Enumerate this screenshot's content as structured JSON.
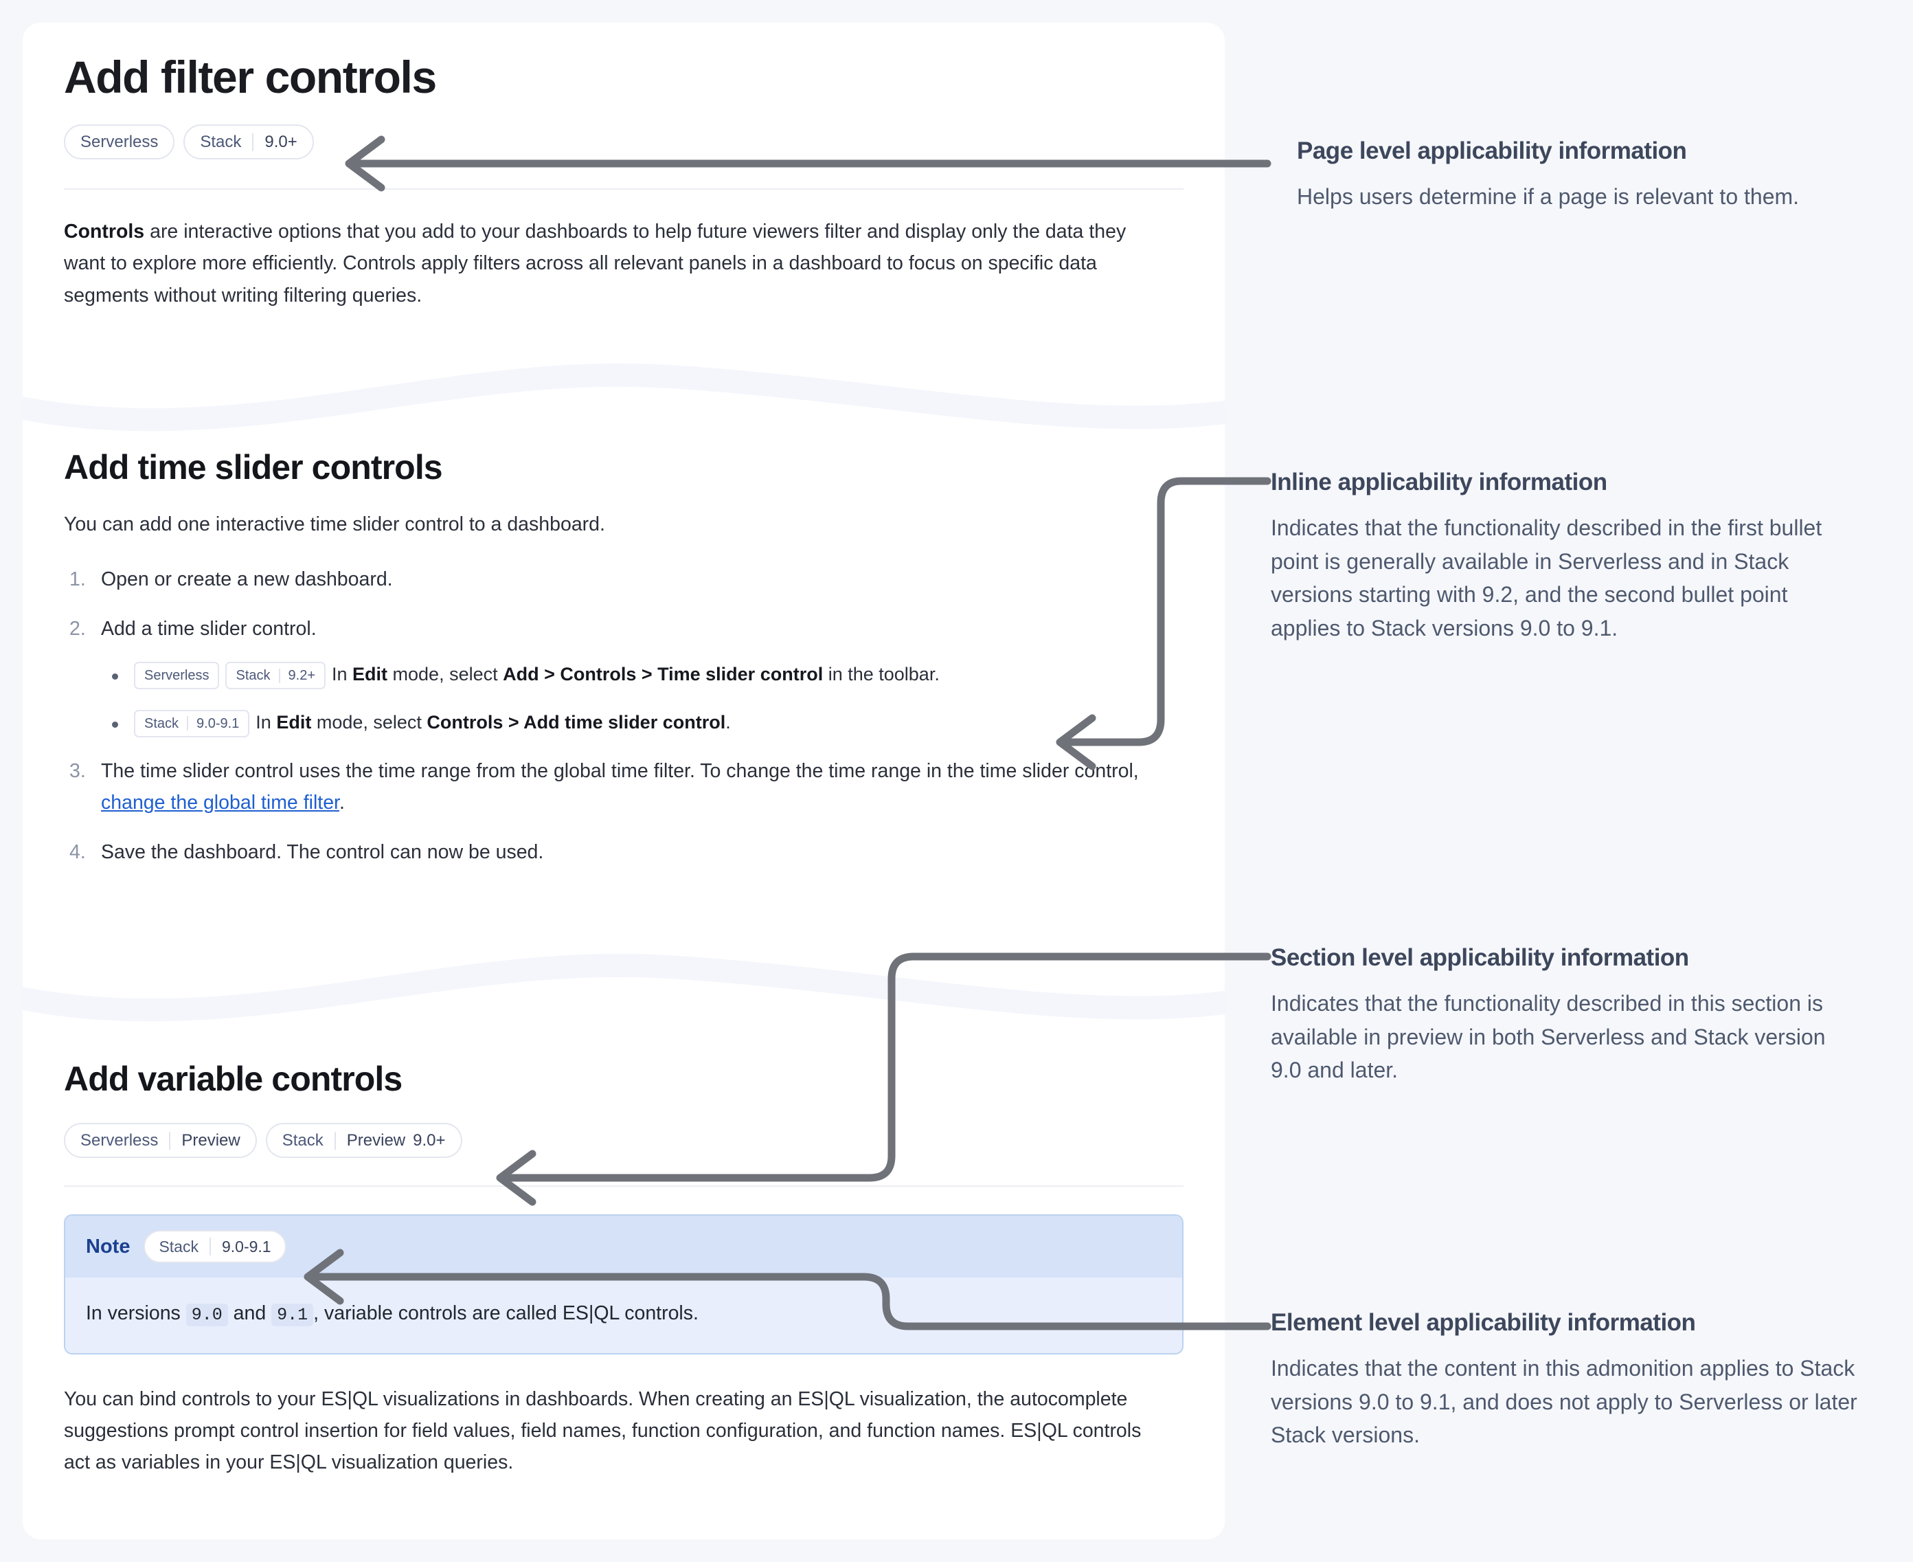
{
  "doc": {
    "page_title": "Add filter controls",
    "page_badges": [
      {
        "name": "Serverless",
        "version": ""
      },
      {
        "name": "Stack",
        "version": "9.0+"
      }
    ],
    "intro": {
      "lead": "Controls",
      "rest": " are interactive options that you add to your dashboards to help future viewers filter and display only the data they want to explore more efficiently. Controls apply filters across all relevant panels in a dashboard to focus on specific data segments without writing filtering queries."
    },
    "section_time_slider": {
      "title": "Add time slider controls",
      "intro": "You can add one interactive time slider control to a dashboard.",
      "steps": [
        {
          "text": "Open or create a new dashboard."
        },
        {
          "text": "Add a time slider control.",
          "bullets": [
            {
              "chips": [
                {
                  "name": "Serverless",
                  "version": ""
                },
                {
                  "name": "Stack",
                  "version": "9.2+"
                }
              ],
              "parts": [
                {
                  "t": "In ",
                  "b": false
                },
                {
                  "t": "Edit",
                  "b": true
                },
                {
                  "t": " mode, select ",
                  "b": false
                },
                {
                  "t": "Add > Controls > Time slider control",
                  "b": true
                },
                {
                  "t": " in the toolbar.",
                  "b": false
                }
              ]
            },
            {
              "chips": [
                {
                  "name": "Stack",
                  "version": "9.0-9.1"
                }
              ],
              "parts": [
                {
                  "t": "In ",
                  "b": false
                },
                {
                  "t": "Edit",
                  "b": true
                },
                {
                  "t": " mode, select ",
                  "b": false
                },
                {
                  "t": "Controls > Add time slider control",
                  "b": true
                },
                {
                  "t": ".",
                  "b": false
                }
              ]
            }
          ]
        },
        {
          "text_before_link": "The time slider control uses the time range from the global time filter. To change the time range in the time slider control, ",
          "link_text": "change the global time filter",
          "text_after_link": "."
        },
        {
          "text": "Save the dashboard. The control can now be used."
        }
      ]
    },
    "section_variable": {
      "title": "Add variable controls",
      "badges": [
        {
          "name": "Serverless",
          "version": "Preview",
          "extra": ""
        },
        {
          "name": "Stack",
          "version": "Preview",
          "extra": "9.0+"
        }
      ],
      "note": {
        "label": "Note",
        "badge": {
          "name": "Stack",
          "version": "9.0-9.1"
        },
        "body_parts": [
          {
            "t": "In versions ",
            "code": false
          },
          {
            "t": "9.0",
            "code": true
          },
          {
            "t": " and ",
            "code": false
          },
          {
            "t": "9.1",
            "code": true
          },
          {
            "t": ", variable controls are called ES|QL controls.",
            "code": false
          }
        ]
      },
      "body": "You can bind controls to your ES|QL visualizations in dashboards. When creating an ES|QL visualization, the autocomplete suggestions prompt control insertion for field values, field names, function configuration, and function names. ES|QL controls act as variables in your ES|QL visualization queries."
    }
  },
  "annotations": [
    {
      "id": "page-level",
      "title": "Page level applicability information",
      "body": "Helps users determine if a page is relevant to them."
    },
    {
      "id": "inline",
      "title": "Inline applicability information",
      "body": "Indicates that the functionality described in the first bullet point is generally available in Serverless and in Stack versions starting with 9.2, and the second bullet point applies to Stack versions 9.0 to 9.1."
    },
    {
      "id": "section-level",
      "title": "Section level applicability information",
      "body": "Indicates that the functionality described in this section is available in preview in both Serverless and Stack version 9.0 and later."
    },
    {
      "id": "element-level",
      "title": "Element level applicability information",
      "body": "Indicates that the content in this admonition applies to Stack versions 9.0 to 9.1, and does not apply to Serverless or later Stack versions."
    }
  ],
  "colors": {
    "page_background": "#f6f7fb",
    "card_background": "#ffffff",
    "badge_border": "#e3e6ef",
    "badge_text": "#4c5878",
    "link": "#1f5fd0",
    "note_header": "#d5e2f8",
    "note_body": "#e8eefc",
    "note_border": "#bcd2f2",
    "note_label": "#1c3f8f",
    "annotation_title": "#3d475c",
    "annotation_body": "#4e596e",
    "connector": "#6f7279"
  }
}
